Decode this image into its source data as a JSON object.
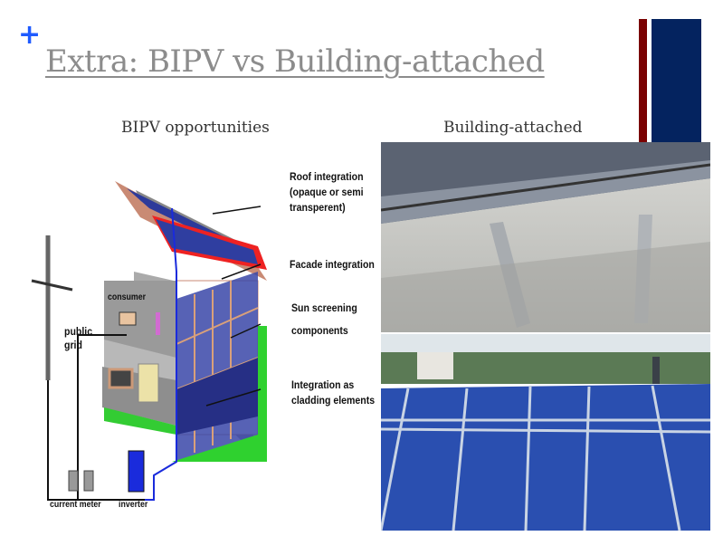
{
  "slide": {
    "marker": "+",
    "title": "Extra: BIPV  vs Building-attached",
    "left_heading": "BIPV opportunities",
    "right_heading": "Building-attached"
  },
  "diagram": {
    "labels": {
      "roof_1": "Roof integration",
      "roof_2": "(opaque or semi",
      "roof_3": "transperent)",
      "facade": "Facade integration",
      "sun_1": "Sun screening",
      "sun_2": "components",
      "clad_1": "Integration as",
      "clad_2": "cladding elements",
      "consumer": "consumer",
      "grid_1": "public",
      "grid_2": "grid",
      "meter": "current meter",
      "inverter": "inverter"
    }
  },
  "colors": {
    "accent_blue": "#1f5bff",
    "bar_red": "#7a0000",
    "bar_navy": "#04235f",
    "title_gray": "#8c8c8c"
  }
}
